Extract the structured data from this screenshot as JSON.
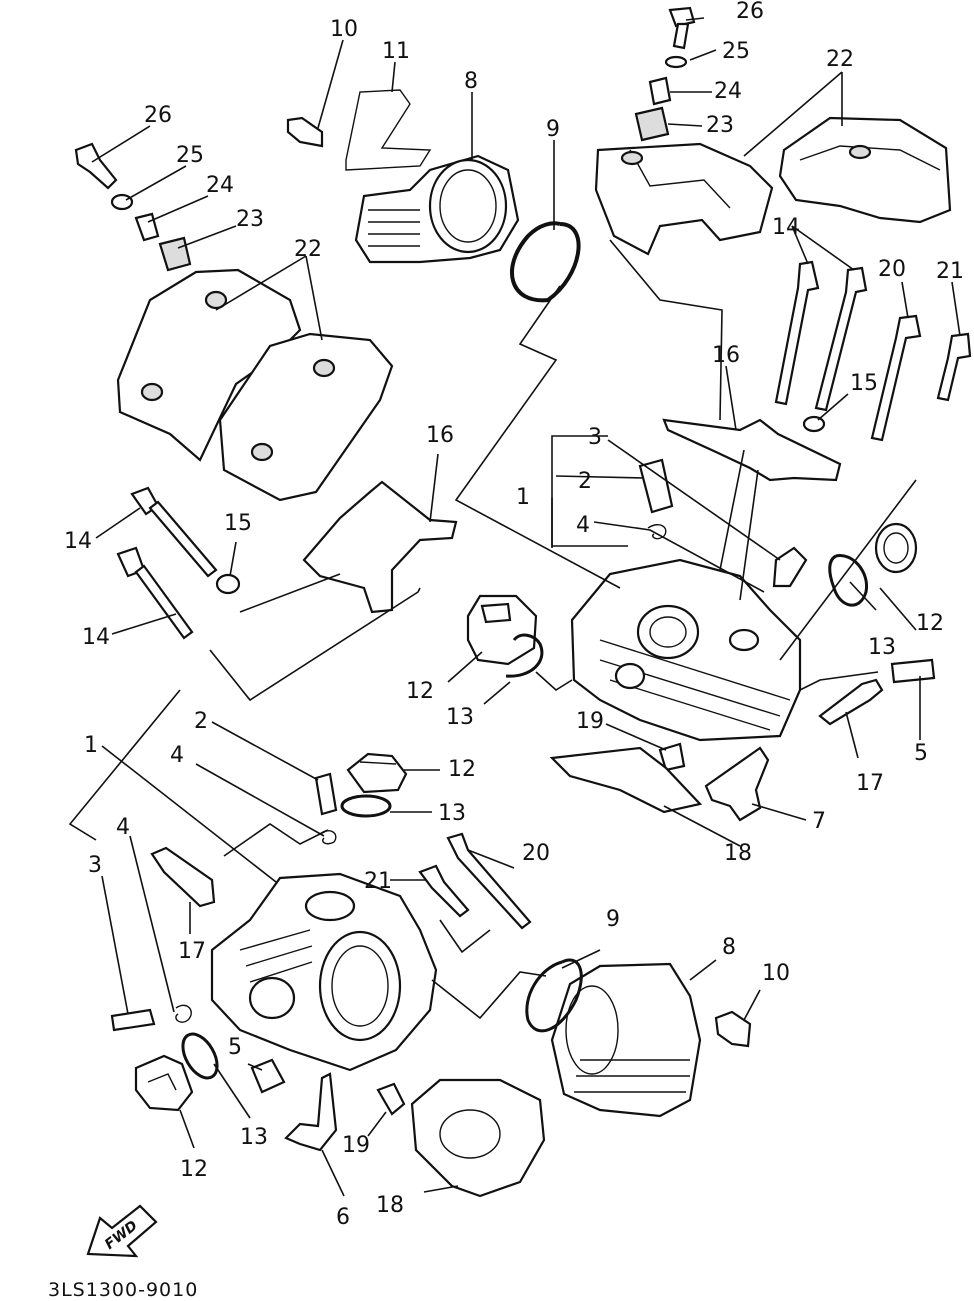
{
  "diagram": {
    "labels": [
      {
        "text": "26"
      },
      {
        "text": "25"
      },
      {
        "text": "24"
      },
      {
        "text": "23"
      },
      {
        "text": "22"
      },
      {
        "text": "22"
      },
      {
        "text": "10"
      },
      {
        "text": "11"
      },
      {
        "text": "8"
      },
      {
        "text": "9"
      },
      {
        "text": "26"
      },
      {
        "text": "25"
      },
      {
        "text": "24"
      },
      {
        "text": "23"
      },
      {
        "text": "14"
      },
      {
        "text": "20"
      },
      {
        "text": "21"
      },
      {
        "text": "16"
      },
      {
        "text": "15"
      },
      {
        "text": "16"
      },
      {
        "text": "14"
      },
      {
        "text": "15"
      },
      {
        "text": "14"
      },
      {
        "text": "3"
      },
      {
        "text": "2"
      },
      {
        "text": "1"
      },
      {
        "text": "4"
      },
      {
        "text": "12"
      },
      {
        "text": "13"
      },
      {
        "text": "12"
      },
      {
        "text": "13"
      },
      {
        "text": "5"
      },
      {
        "text": "17"
      },
      {
        "text": "19"
      },
      {
        "text": "7"
      },
      {
        "text": "18"
      },
      {
        "text": "2"
      },
      {
        "text": "1"
      },
      {
        "text": "4"
      },
      {
        "text": "12"
      },
      {
        "text": "13"
      },
      {
        "text": "4"
      },
      {
        "text": "3"
      },
      {
        "text": "17"
      },
      {
        "text": "21"
      },
      {
        "text": "20"
      },
      {
        "text": "9"
      },
      {
        "text": "8"
      },
      {
        "text": "10"
      },
      {
        "text": "5"
      },
      {
        "text": "13"
      },
      {
        "text": "12"
      },
      {
        "text": "19"
      },
      {
        "text": "6"
      },
      {
        "text": "18"
      }
    ],
    "fwd_label": "FWD",
    "part_code": "3LS1300-9010"
  }
}
